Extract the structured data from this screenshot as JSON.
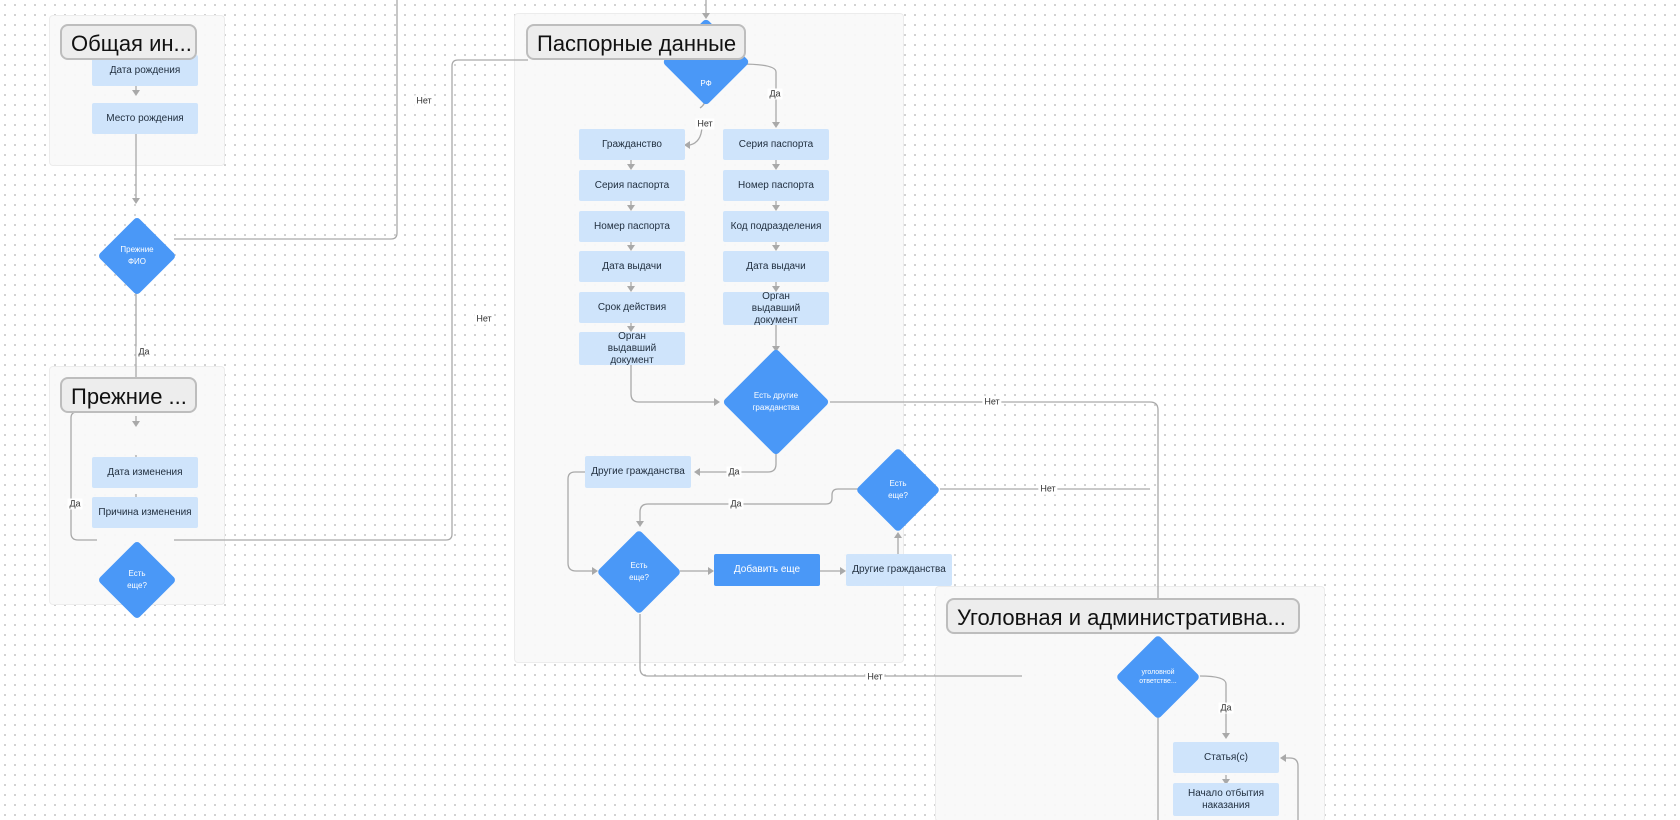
{
  "groups": {
    "general": {
      "title": "Общая ин..."
    },
    "previous_names": {
      "title": "Прежние ..."
    },
    "passport": {
      "title": "Паспорные данные"
    },
    "criminal": {
      "title": "Уголовная и административна..."
    }
  },
  "nodes": {
    "birth_date": "Дата рождения",
    "birth_place": "Место рождения",
    "change_date": "Дата изменения",
    "change_reason": "Причина изменения",
    "citizenship": "Гражданство",
    "passport_series_left": "Серия паспорта",
    "passport_number_left": "Номер паспорта",
    "issue_date_left": "Дата выдачи",
    "validity": "Срок действия",
    "issuing_authority_left": "Орган выдавший документ",
    "passport_series_right": "Серия паспорта",
    "passport_number_right": "Номер паспорта",
    "department_code": "Код подразделения",
    "issue_date_right": "Дата выдачи",
    "issuing_authority_right": "Орган выдавший документ",
    "other_citizenships_1": "Другие гражданства",
    "add_more": "Добавить еще",
    "other_citizenships_2": "Другие гражданства",
    "articles": "Статья(с)",
    "sentence_start": "Начало отбытия наказания"
  },
  "decisions": {
    "previous_fio": "Прежние\nФИО",
    "more_names": "Есть\nеще?",
    "rf_citizen": "РФ",
    "other_citizenships": "Есть другие\nгражданства",
    "more_citizenships": "Есть\nеще?",
    "more_citizenships_top": "Есть\nеще?",
    "criminal_liability": "уголовной\nответстве..."
  },
  "edge_labels": {
    "no_top": "Нет",
    "yes_previous_fio": "Да",
    "no_more_names": "Нет",
    "yes_more_names": "Да",
    "no_rf": "Нет",
    "yes_rf": "Да",
    "no_other_citizenships": "Нет",
    "yes_other_citizenships": "Да",
    "yes_more_top": "Да",
    "no_more_top": "Нет",
    "no_more_bottom": "Нет",
    "yes_criminal": "Да"
  },
  "colors": {
    "node_light": "#cfe4fb",
    "node_dark": "#4a98f7",
    "edge": "#a9a9a9",
    "group_bg": "#f8f8f8"
  }
}
